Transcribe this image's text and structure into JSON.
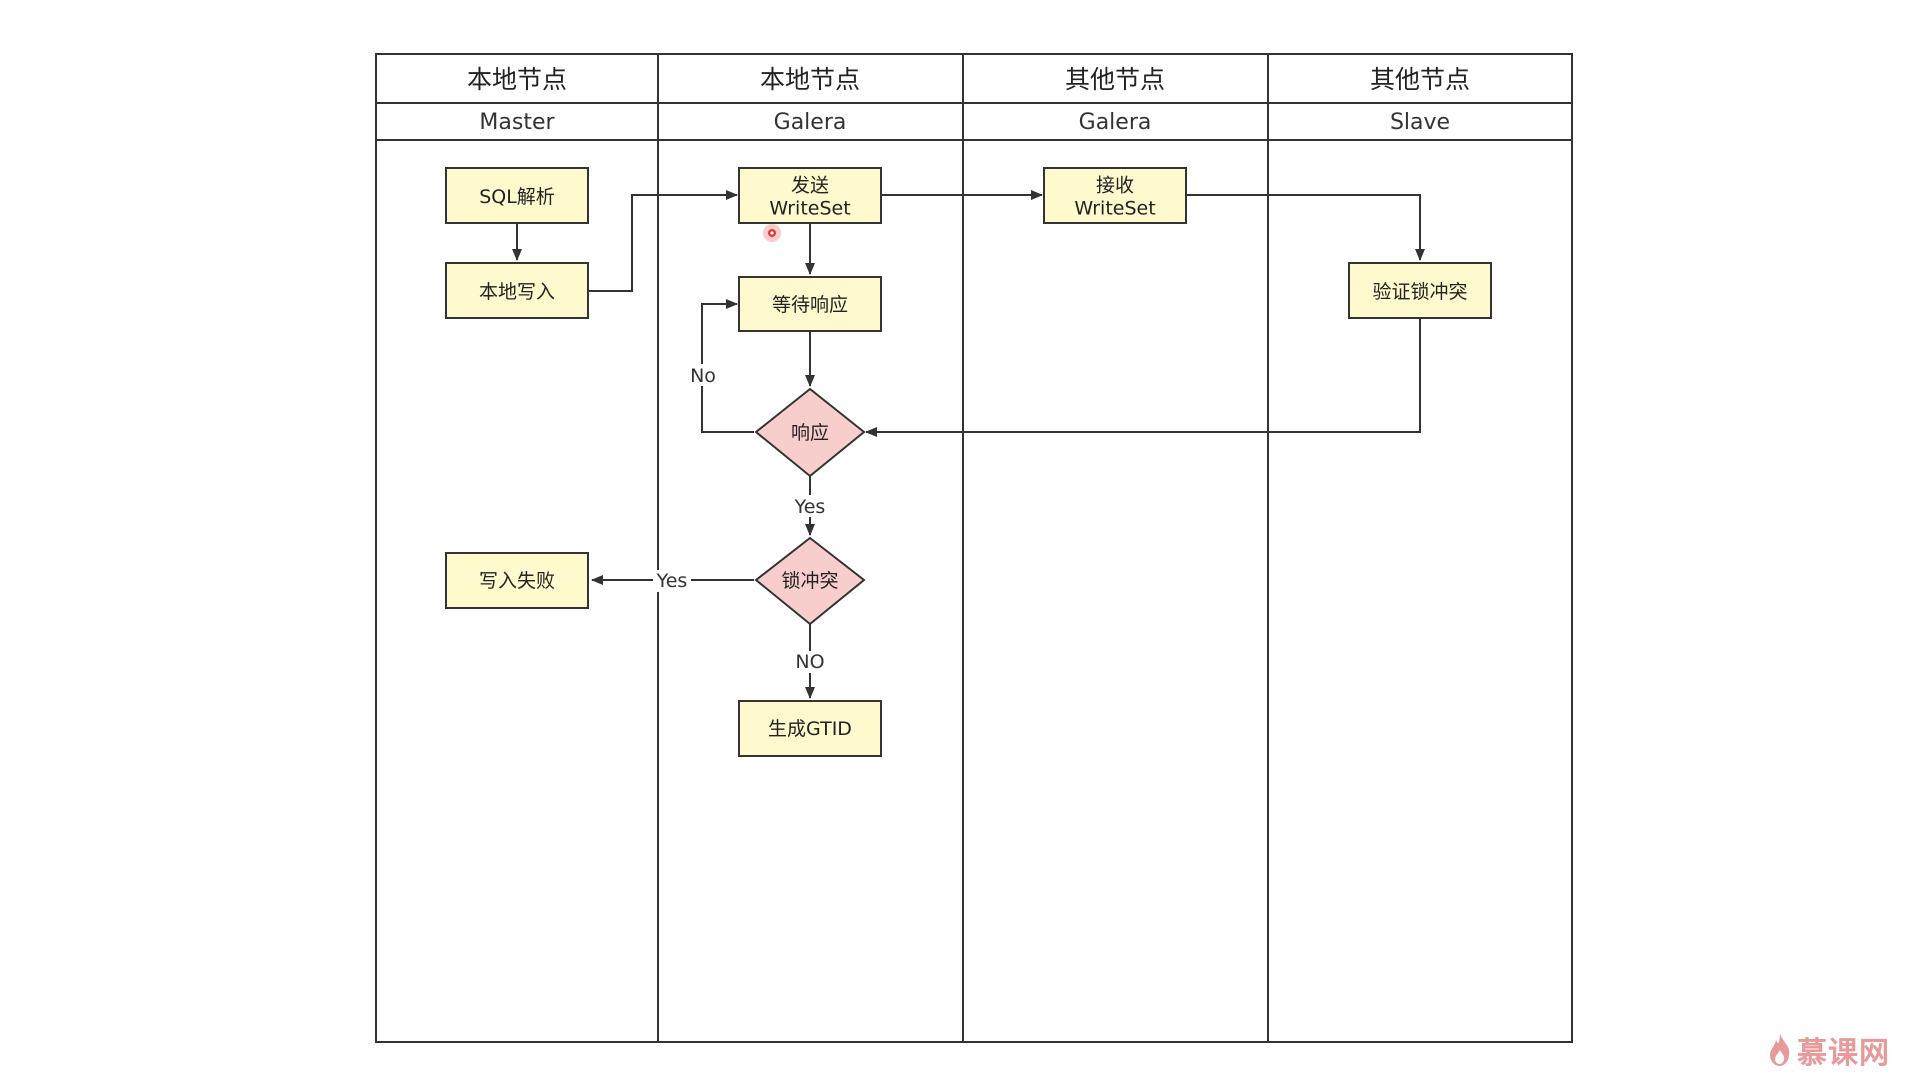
{
  "lanes": [
    {
      "title": "本地节点",
      "sub": "Master"
    },
    {
      "title": "本地节点",
      "sub": "Galera"
    },
    {
      "title": "其他节点",
      "sub": "Galera"
    },
    {
      "title": "其他节点",
      "sub": "Slave"
    }
  ],
  "nodes": {
    "sql_parse": [
      "SQL解析"
    ],
    "local_write": [
      "本地写入"
    ],
    "send_writeset": [
      "发送",
      "WriteSet"
    ],
    "wait_response": [
      "等待响应"
    ],
    "response": [
      "响应"
    ],
    "lock_conflict": [
      "锁冲突"
    ],
    "write_fail": [
      "写入失败"
    ],
    "gen_gtid": [
      "生成GTID"
    ],
    "recv_writeset": [
      "接收",
      "WriteSet"
    ],
    "verify_lock": [
      "验证锁冲突"
    ]
  },
  "edge_labels": {
    "no": "No",
    "yes_down": "Yes",
    "yes_left": "Yes",
    "no_down": "NO"
  },
  "watermark": "慕课网",
  "colors": {
    "box_fill": "#fffacd",
    "diamond_fill": "#f8cecc",
    "stroke": "#333333",
    "cursor": "#e53935"
  }
}
